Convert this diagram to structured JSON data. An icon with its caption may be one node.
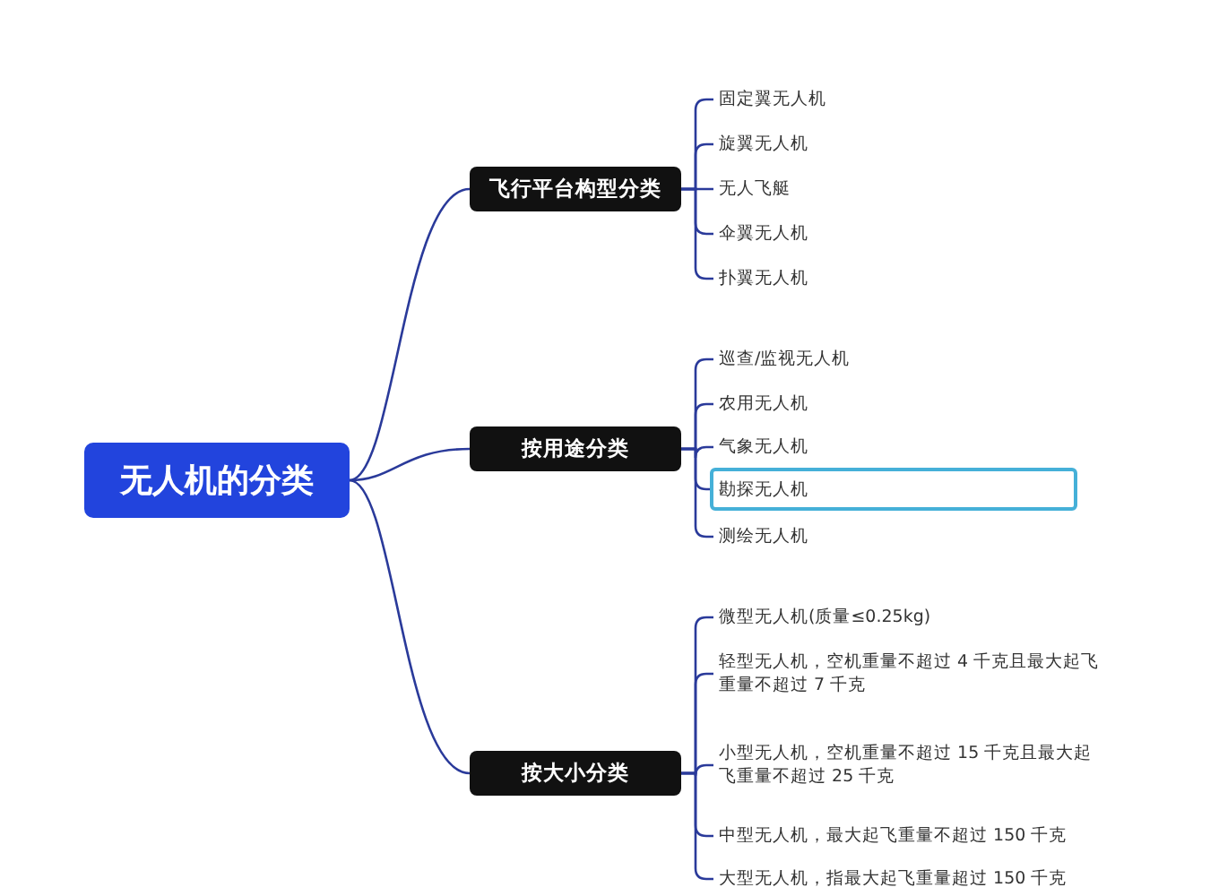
{
  "diagram": {
    "nodes": [
      {
        "text": [
          "无人机的分类"
        ]
      },
      {
        "text": [
          "飞行平台构型分类"
        ]
      },
      {
        "text": [
          "按用途分类"
        ]
      },
      {
        "text": [
          "按大小分类"
        ]
      },
      {
        "text": [
          "固定翼无人机"
        ]
      },
      {
        "text": [
          "旋翼无人机"
        ]
      },
      {
        "text": [
          "无人飞艇"
        ]
      },
      {
        "text": [
          "伞翼无人机"
        ]
      },
      {
        "text": [
          "扑翼无人机"
        ]
      },
      {
        "text": [
          "巡查/监视无人机"
        ]
      },
      {
        "text": [
          "农用无人机"
        ]
      },
      {
        "text": [
          "气象无人机"
        ]
      },
      {
        "text": [
          "勘探无人机"
        ]
      },
      {
        "text": [
          "测绘无人机"
        ]
      },
      {
        "text": [
          "微型无人机(质量≤0.25kg)"
        ]
      },
      {
        "text": [
          "轻型无人机，空机重量不超过 4 千克且最大起飞重量不超过 7 千克"
        ]
      },
      {
        "text": [
          "小型无人机，空机重量不超过 15 千克且最大起飞重量不超过 25 千克"
        ]
      },
      {
        "text": [
          "中型无人机，最大起飞重量不超过 150 千克"
        ]
      },
      {
        "text": [
          "大型无人机，指最大起飞重量超过 150 千克"
        ]
      }
    ],
    "edges": [
      {
        "from": 0,
        "to": 1,
        "arrow": "none"
      },
      {
        "from": 0,
        "to": 2,
        "arrow": "none"
      },
      {
        "from": 0,
        "to": 3,
        "arrow": "none"
      },
      {
        "from": 1,
        "to": 4,
        "arrow": "none"
      },
      {
        "from": 1,
        "to": 5,
        "arrow": "none"
      },
      {
        "from": 1,
        "to": 6,
        "arrow": "none"
      },
      {
        "from": 1,
        "to": 7,
        "arrow": "none"
      },
      {
        "from": 1,
        "to": 8,
        "arrow": "none"
      },
      {
        "from": 2,
        "to": 9,
        "arrow": "none"
      },
      {
        "from": 2,
        "to": 10,
        "arrow": "none"
      },
      {
        "from": 2,
        "to": 11,
        "arrow": "none"
      },
      {
        "from": 2,
        "to": 12,
        "arrow": "none"
      },
      {
        "from": 2,
        "to": 13,
        "arrow": "none"
      },
      {
        "from": 3,
        "to": 14,
        "arrow": "none"
      },
      {
        "from": 3,
        "to": 15,
        "arrow": "none"
      },
      {
        "from": 3,
        "to": 16,
        "arrow": "none"
      },
      {
        "from": 3,
        "to": 17,
        "arrow": "none"
      },
      {
        "from": 3,
        "to": 18,
        "arrow": "none"
      }
    ]
  }
}
